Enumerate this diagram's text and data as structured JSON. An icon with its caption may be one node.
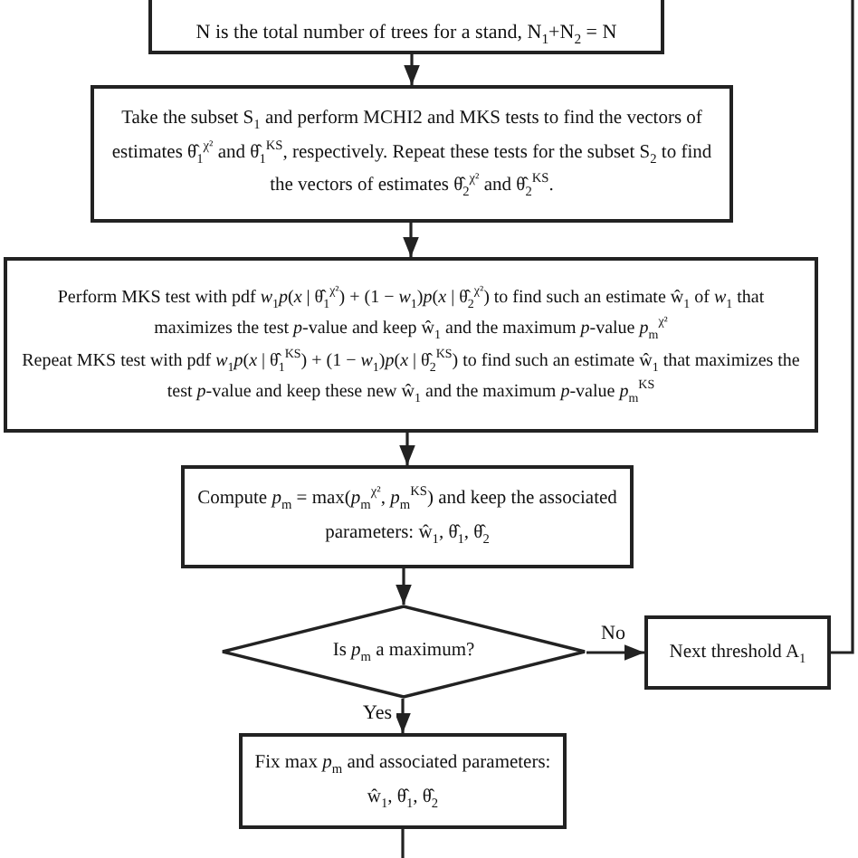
{
  "diagram": {
    "nodes": [
      {
        "text": [
          "N is the total number of trees for a stand, N$_{1}$+N$_{2}$ = N"
        ]
      },
      {
        "text": [
          "Take the subset S$_{1}$ and perform MCHI2 and MKS tests to find the vectors of estimates θ̂$_{1}$$^{χ²}$ and θ̂$_{1}$$^{KS}$, respectively. Repeat these tests for the subset S$_{2}$ to find the vectors of estimates θ̂$_{2}$$^{χ²}$ and θ̂$_{2}$$^{KS}$."
        ]
      },
      {
        "text": [
          "Perform MKS test with pdf *w*$_{1}$*p*(*x* | θ̂$_{1}$$^{χ²}$) + (1 − *w*$_{1}$)*p*(*x* | θ̂$_{2}$$^{χ²}$) to find such an estimate ŵ$_{1}$ of *w*$_{1}$ that maximizes the test *p*-value and keep ŵ$_{1}$ and the maximum *p*-value *p*$_{m}$$^{χ²}$",
          "Repeat MKS test with pdf *w*$_{1}$*p*(*x* | θ̂$_{1}$$^{KS}$) + (1 − *w*$_{1}$)*p*(*x* | θ̂$_{2}$$^{KS}$) to find such an estimate ŵ$_{1}$ that maximizes the test *p*-value and keep these new ŵ$_{1}$ and the maximum *p*-value *p*$_{m}$$^{KS}$"
        ]
      },
      {
        "text": [
          "Compute *p*$_{m}$ = max(*p*$_{m}$$^{χ²}$, *p*$_{m}$$^{KS}$) and keep the associated parameters: ŵ$_{1}$, θ̂$_{1}$, θ̂$_{2}$"
        ]
      },
      {
        "text": [
          "Is *p*$_{m}$ a maximum?"
        ]
      },
      {
        "text": [
          "Next threshold A$_{1}$"
        ]
      },
      {
        "text": [
          "Fix max *p*$_{m}$ and associated parameters: ŵ$_{1}$, θ̂$_{1}$, θ̂$_{2}$"
        ]
      }
    ],
    "edges": [
      {
        "from": 0,
        "to": 1,
        "arrow": "to"
      },
      {
        "from": 1,
        "to": 2,
        "arrow": "to"
      },
      {
        "from": 2,
        "to": 3,
        "arrow": "to"
      },
      {
        "from": 3,
        "to": 4,
        "arrow": "to"
      },
      {
        "from": 4,
        "to": 5,
        "arrow": "to",
        "label": "No"
      },
      {
        "from": 4,
        "to": 6,
        "arrow": "to",
        "label": "Yes"
      },
      {
        "from": 5,
        "to": null,
        "arrow": "none"
      },
      {
        "from": 6,
        "to": null,
        "arrow": "none"
      }
    ]
  }
}
